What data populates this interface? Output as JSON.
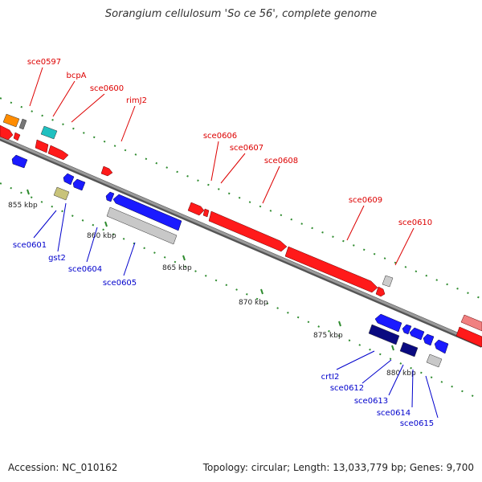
{
  "title": "Sorangium cellulosum 'So ce 56', complete genome",
  "footer": {
    "accession": "Accession: NC_010162",
    "summary": "Topology: circular; Length: 13,033,779 bp; Genes: 9,700"
  },
  "colors": {
    "backbone": "#8a8a8a",
    "tick": "#2e8b2e",
    "top_label": "#dd0000",
    "bottom_label": "#0000cc"
  },
  "scale_labels": [
    "855 kbp",
    "860 kbp",
    "865 kbp",
    "870 kbp",
    "875 kbp",
    "880 kbp"
  ],
  "top_labels": [
    "sce0597",
    "bcpA",
    "sce0600",
    "rimJ2",
    "sce0606",
    "sce0607",
    "sce0608",
    "sce0609",
    "sce0610"
  ],
  "bottom_labels": [
    "sce0601",
    "gst2",
    "sce0604",
    "sce0605",
    "crtI2",
    "sce0612",
    "sce0613",
    "sce0614",
    "sce0615"
  ]
}
